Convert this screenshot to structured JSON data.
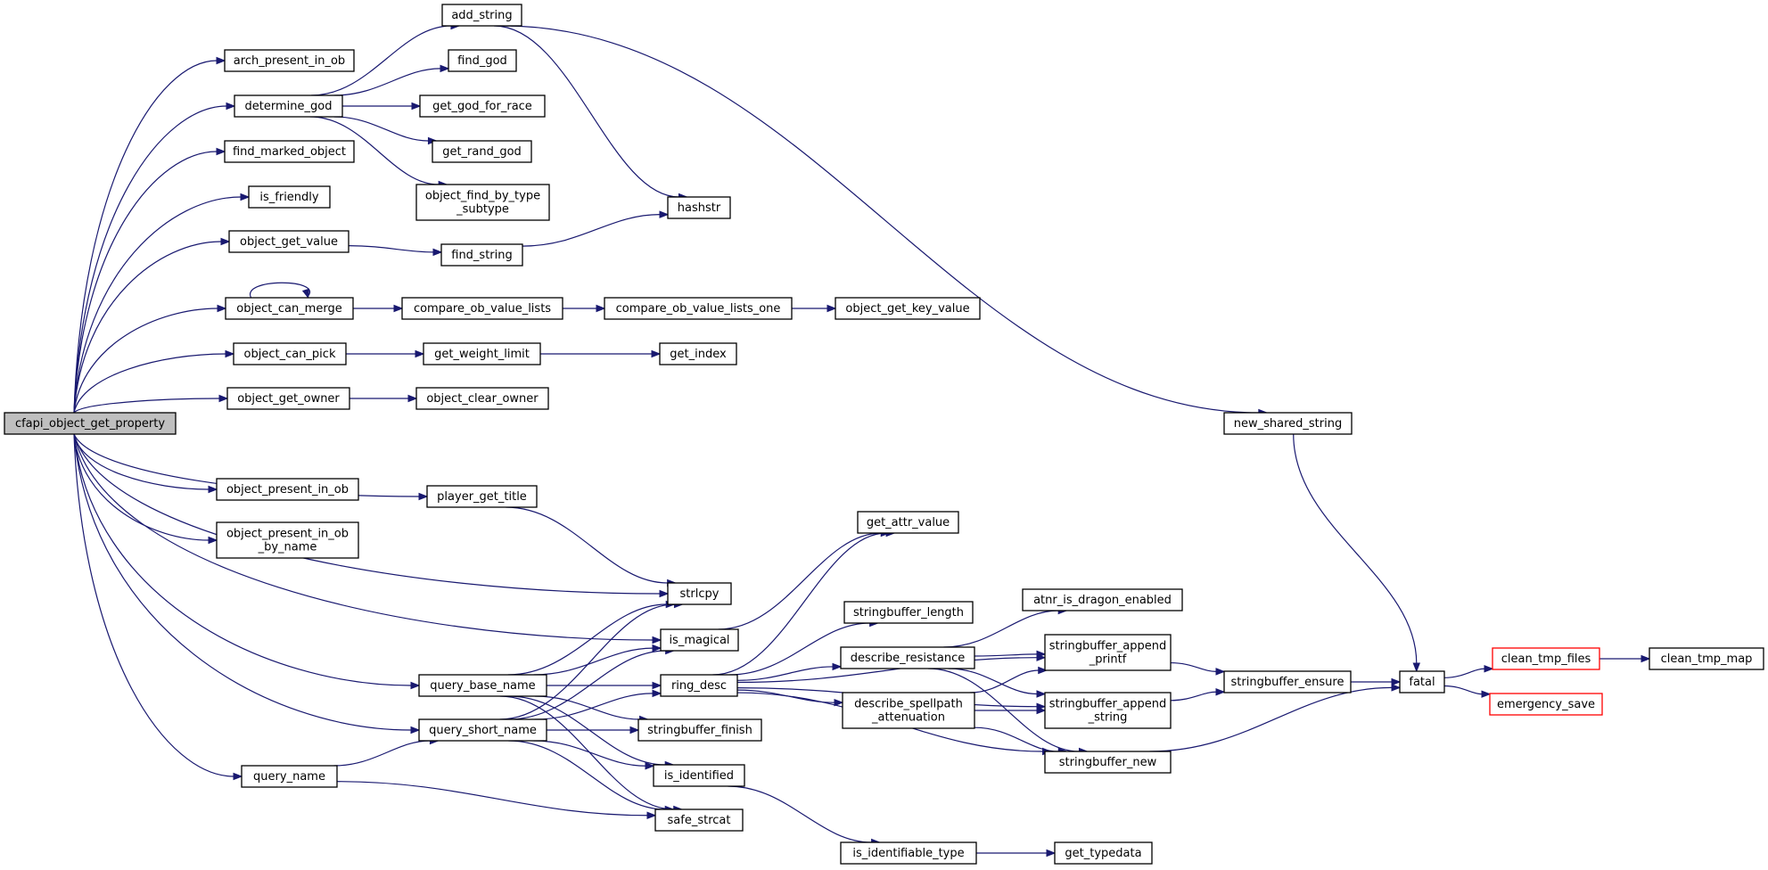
{
  "diagram": {
    "colors": {
      "edge": "#191970",
      "root_fill": "#bfbfbf",
      "node_fill": "#ffffff",
      "node_border": "#000000",
      "truncated_border": "#ff0000"
    },
    "nodes": [
      {
        "id": "cfapi",
        "lines": [
          "cfapi_object_get_property"
        ],
        "kind": "root"
      },
      {
        "id": "arch_present",
        "lines": [
          "arch_present_in_ob"
        ]
      },
      {
        "id": "determine_god",
        "lines": [
          "determine_god"
        ]
      },
      {
        "id": "find_marked",
        "lines": [
          "find_marked_object"
        ]
      },
      {
        "id": "is_friendly",
        "lines": [
          "is_friendly"
        ]
      },
      {
        "id": "object_get_value",
        "lines": [
          "object_get_value"
        ]
      },
      {
        "id": "object_can_merge",
        "lines": [
          "object_can_merge"
        ]
      },
      {
        "id": "object_can_pick",
        "lines": [
          "object_can_pick"
        ]
      },
      {
        "id": "object_get_owner",
        "lines": [
          "object_get_owner"
        ]
      },
      {
        "id": "object_present_in_ob",
        "lines": [
          "object_present_in_ob"
        ]
      },
      {
        "id": "object_present_by_name",
        "lines": [
          "object_present_in_ob",
          "_by_name"
        ]
      },
      {
        "id": "query_name",
        "lines": [
          "query_name"
        ]
      },
      {
        "id": "add_string",
        "lines": [
          "add_string"
        ]
      },
      {
        "id": "find_god",
        "lines": [
          "find_god"
        ]
      },
      {
        "id": "get_god_for_race",
        "lines": [
          "get_god_for_race"
        ]
      },
      {
        "id": "get_rand_god",
        "lines": [
          "get_rand_god"
        ]
      },
      {
        "id": "object_find_by_type",
        "lines": [
          "object_find_by_type",
          "_subtype"
        ]
      },
      {
        "id": "find_string",
        "lines": [
          "find_string"
        ]
      },
      {
        "id": "compare_lists",
        "lines": [
          "compare_ob_value_lists"
        ]
      },
      {
        "id": "get_weight_limit",
        "lines": [
          "get_weight_limit"
        ]
      },
      {
        "id": "object_clear_owner",
        "lines": [
          "object_clear_owner"
        ]
      },
      {
        "id": "player_get_title",
        "lines": [
          "player_get_title"
        ]
      },
      {
        "id": "query_base_name",
        "lines": [
          "query_base_name"
        ]
      },
      {
        "id": "query_short_name",
        "lines": [
          "query_short_name"
        ]
      },
      {
        "id": "hashstr",
        "lines": [
          "hashstr"
        ]
      },
      {
        "id": "compare_lists_one",
        "lines": [
          "compare_ob_value_lists_one"
        ]
      },
      {
        "id": "get_index",
        "lines": [
          "get_index"
        ]
      },
      {
        "id": "strlcpy",
        "lines": [
          "strlcpy"
        ]
      },
      {
        "id": "is_magical",
        "lines": [
          "is_magical"
        ]
      },
      {
        "id": "ring_desc",
        "lines": [
          "ring_desc"
        ]
      },
      {
        "id": "stringbuffer_finish",
        "lines": [
          "stringbuffer_finish"
        ]
      },
      {
        "id": "is_identified",
        "lines": [
          "is_identified"
        ]
      },
      {
        "id": "safe_strcat",
        "lines": [
          "safe_strcat"
        ]
      },
      {
        "id": "object_get_key_value",
        "lines": [
          "object_get_key_value"
        ]
      },
      {
        "id": "get_attr_value",
        "lines": [
          "get_attr_value"
        ]
      },
      {
        "id": "stringbuffer_length",
        "lines": [
          "stringbuffer_length"
        ]
      },
      {
        "id": "describe_resistance",
        "lines": [
          "describe_resistance"
        ]
      },
      {
        "id": "describe_spellpath",
        "lines": [
          "describe_spellpath",
          "_attenuation"
        ]
      },
      {
        "id": "is_identifiable_type",
        "lines": [
          "is_identifiable_type"
        ]
      },
      {
        "id": "atnr_is_dragon",
        "lines": [
          "atnr_is_dragon_enabled"
        ]
      },
      {
        "id": "sb_append_printf",
        "lines": [
          "stringbuffer_append",
          "_printf"
        ]
      },
      {
        "id": "sb_append_string",
        "lines": [
          "stringbuffer_append",
          "_string"
        ]
      },
      {
        "id": "stringbuffer_new",
        "lines": [
          "stringbuffer_new"
        ]
      },
      {
        "id": "get_typedata",
        "lines": [
          "get_typedata"
        ]
      },
      {
        "id": "new_shared_string",
        "lines": [
          "new_shared_string"
        ]
      },
      {
        "id": "stringbuffer_ensure",
        "lines": [
          "stringbuffer_ensure"
        ]
      },
      {
        "id": "fatal",
        "lines": [
          "fatal"
        ]
      },
      {
        "id": "clean_tmp_files",
        "lines": [
          "clean_tmp_files"
        ],
        "kind": "truncated"
      },
      {
        "id": "emergency_save",
        "lines": [
          "emergency_save"
        ],
        "kind": "truncated"
      },
      {
        "id": "clean_tmp_map",
        "lines": [
          "clean_tmp_map"
        ]
      }
    ],
    "edges": [
      [
        "cfapi",
        "arch_present"
      ],
      [
        "cfapi",
        "determine_god"
      ],
      [
        "cfapi",
        "find_marked"
      ],
      [
        "cfapi",
        "is_friendly"
      ],
      [
        "cfapi",
        "object_get_value"
      ],
      [
        "cfapi",
        "object_can_merge"
      ],
      [
        "cfapi",
        "object_can_pick"
      ],
      [
        "cfapi",
        "object_get_owner"
      ],
      [
        "cfapi",
        "object_present_in_ob"
      ],
      [
        "cfapi",
        "object_present_by_name"
      ],
      [
        "cfapi",
        "player_get_title"
      ],
      [
        "cfapi",
        "strlcpy"
      ],
      [
        "cfapi",
        "is_magical"
      ],
      [
        "cfapi",
        "query_base_name"
      ],
      [
        "cfapi",
        "query_short_name"
      ],
      [
        "cfapi",
        "query_name"
      ],
      [
        "determine_god",
        "add_string"
      ],
      [
        "determine_god",
        "find_god"
      ],
      [
        "determine_god",
        "get_god_for_race"
      ],
      [
        "determine_god",
        "get_rand_god"
      ],
      [
        "determine_god",
        "object_find_by_type"
      ],
      [
        "add_string",
        "hashstr"
      ],
      [
        "add_string",
        "new_shared_string"
      ],
      [
        "object_get_value",
        "find_string"
      ],
      [
        "find_string",
        "hashstr"
      ],
      [
        "object_can_merge",
        "object_can_merge"
      ],
      [
        "object_can_merge",
        "compare_lists"
      ],
      [
        "compare_lists",
        "compare_lists_one"
      ],
      [
        "compare_lists_one",
        "object_get_key_value"
      ],
      [
        "object_can_pick",
        "get_weight_limit"
      ],
      [
        "get_weight_limit",
        "get_index"
      ],
      [
        "object_get_owner",
        "object_clear_owner"
      ],
      [
        "player_get_title",
        "strlcpy"
      ],
      [
        "query_base_name",
        "strlcpy"
      ],
      [
        "query_base_name",
        "is_magical"
      ],
      [
        "query_base_name",
        "ring_desc"
      ],
      [
        "query_base_name",
        "stringbuffer_finish"
      ],
      [
        "query_base_name",
        "is_identified"
      ],
      [
        "query_base_name",
        "safe_strcat"
      ],
      [
        "query_short_name",
        "strlcpy"
      ],
      [
        "query_short_name",
        "is_magical"
      ],
      [
        "query_short_name",
        "ring_desc"
      ],
      [
        "query_short_name",
        "stringbuffer_finish"
      ],
      [
        "query_short_name",
        "is_identified"
      ],
      [
        "query_short_name",
        "safe_strcat"
      ],
      [
        "query_name",
        "query_short_name"
      ],
      [
        "query_name",
        "safe_strcat"
      ],
      [
        "is_magical",
        "get_attr_value"
      ],
      [
        "ring_desc",
        "get_attr_value"
      ],
      [
        "ring_desc",
        "stringbuffer_length"
      ],
      [
        "ring_desc",
        "describe_resistance"
      ],
      [
        "ring_desc",
        "describe_spellpath"
      ],
      [
        "ring_desc",
        "sb_append_printf"
      ],
      [
        "ring_desc",
        "sb_append_string"
      ],
      [
        "ring_desc",
        "stringbuffer_new"
      ],
      [
        "describe_resistance",
        "atnr_is_dragon"
      ],
      [
        "describe_resistance",
        "sb_append_printf"
      ],
      [
        "describe_resistance",
        "sb_append_string"
      ],
      [
        "describe_resistance",
        "stringbuffer_new"
      ],
      [
        "describe_spellpath",
        "sb_append_printf"
      ],
      [
        "describe_spellpath",
        "sb_append_string"
      ],
      [
        "describe_spellpath",
        "stringbuffer_new"
      ],
      [
        "is_identified",
        "is_identifiable_type"
      ],
      [
        "is_identifiable_type",
        "get_typedata"
      ],
      [
        "sb_append_printf",
        "stringbuffer_ensure"
      ],
      [
        "sb_append_string",
        "stringbuffer_ensure"
      ],
      [
        "stringbuffer_ensure",
        "fatal"
      ],
      [
        "stringbuffer_new",
        "fatal"
      ],
      [
        "new_shared_string",
        "fatal"
      ],
      [
        "fatal",
        "clean_tmp_files"
      ],
      [
        "fatal",
        "emergency_save"
      ],
      [
        "clean_tmp_files",
        "clean_tmp_map"
      ]
    ]
  }
}
